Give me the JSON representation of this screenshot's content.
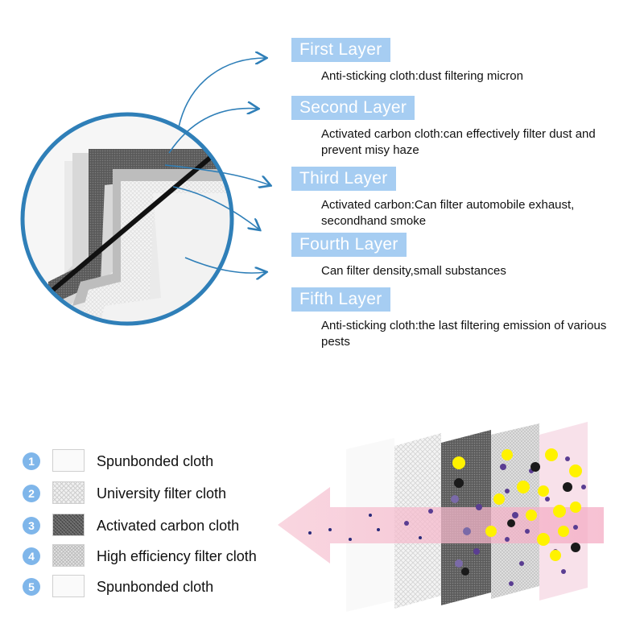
{
  "layers": [
    {
      "title": "First Layer",
      "description": "Anti-sticking cloth:dust filtering micron"
    },
    {
      "title": "Second Layer",
      "description": "Activated carbon cloth:can effectively filter dust and prevent misy haze"
    },
    {
      "title": "Third Layer",
      "description": "Activated carbon:Can filter automobile exhaust, secondhand smoke"
    },
    {
      "title": "Fourth Layer",
      "description": "Can filter density,small substances"
    },
    {
      "title": "Fifth Layer",
      "description": "Anti-sticking cloth:the last filtering emission of various pests"
    }
  ],
  "legend": [
    {
      "number": "1",
      "label": "Spunbonded cloth",
      "swatch": "plain"
    },
    {
      "number": "2",
      "label": "University filter cloth",
      "swatch": "filter"
    },
    {
      "number": "3",
      "label": "Activated carbon cloth",
      "swatch": "carbon"
    },
    {
      "number": "4",
      "label": "High efficiency filter cloth",
      "swatch": "he"
    },
    {
      "number": "5",
      "label": "Spunbonded cloth",
      "swatch": "plain"
    }
  ],
  "colors": {
    "title_bg": "#a6cdf2",
    "circle_border": "#2f7fb8",
    "arrow": "#2f7fb8",
    "legend_number": "#7fb6ea",
    "flow_arrow": "#f2b6c8",
    "pollutant_purple": "#5a3d92",
    "pollutant_yellow": "#fff200",
    "pollutant_dark": "#1a1a1a"
  }
}
